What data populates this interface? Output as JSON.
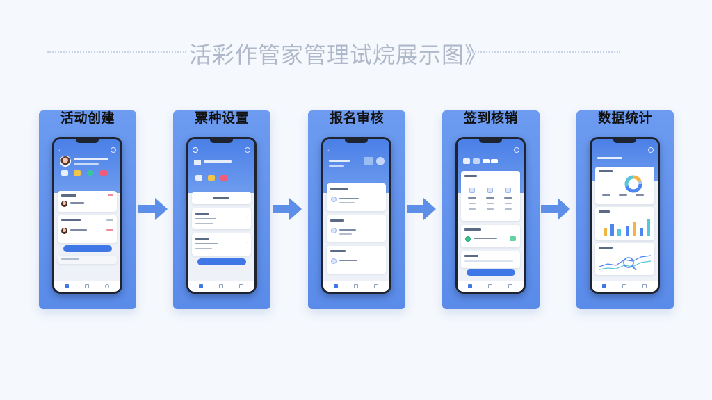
{
  "title": "活彩作管家管理试烷展示图》",
  "steps": [
    {
      "label": "活动创建"
    },
    {
      "label": "票种设置"
    },
    {
      "label": "报名审核"
    },
    {
      "label": "签到核销"
    },
    {
      "label": "数据统计"
    }
  ],
  "colors": {
    "card_blue": "#5a8be9",
    "arrow_blue": "#5e8fe8",
    "primary_button": "#3f78e6",
    "phone_frame": "#1e2330"
  }
}
